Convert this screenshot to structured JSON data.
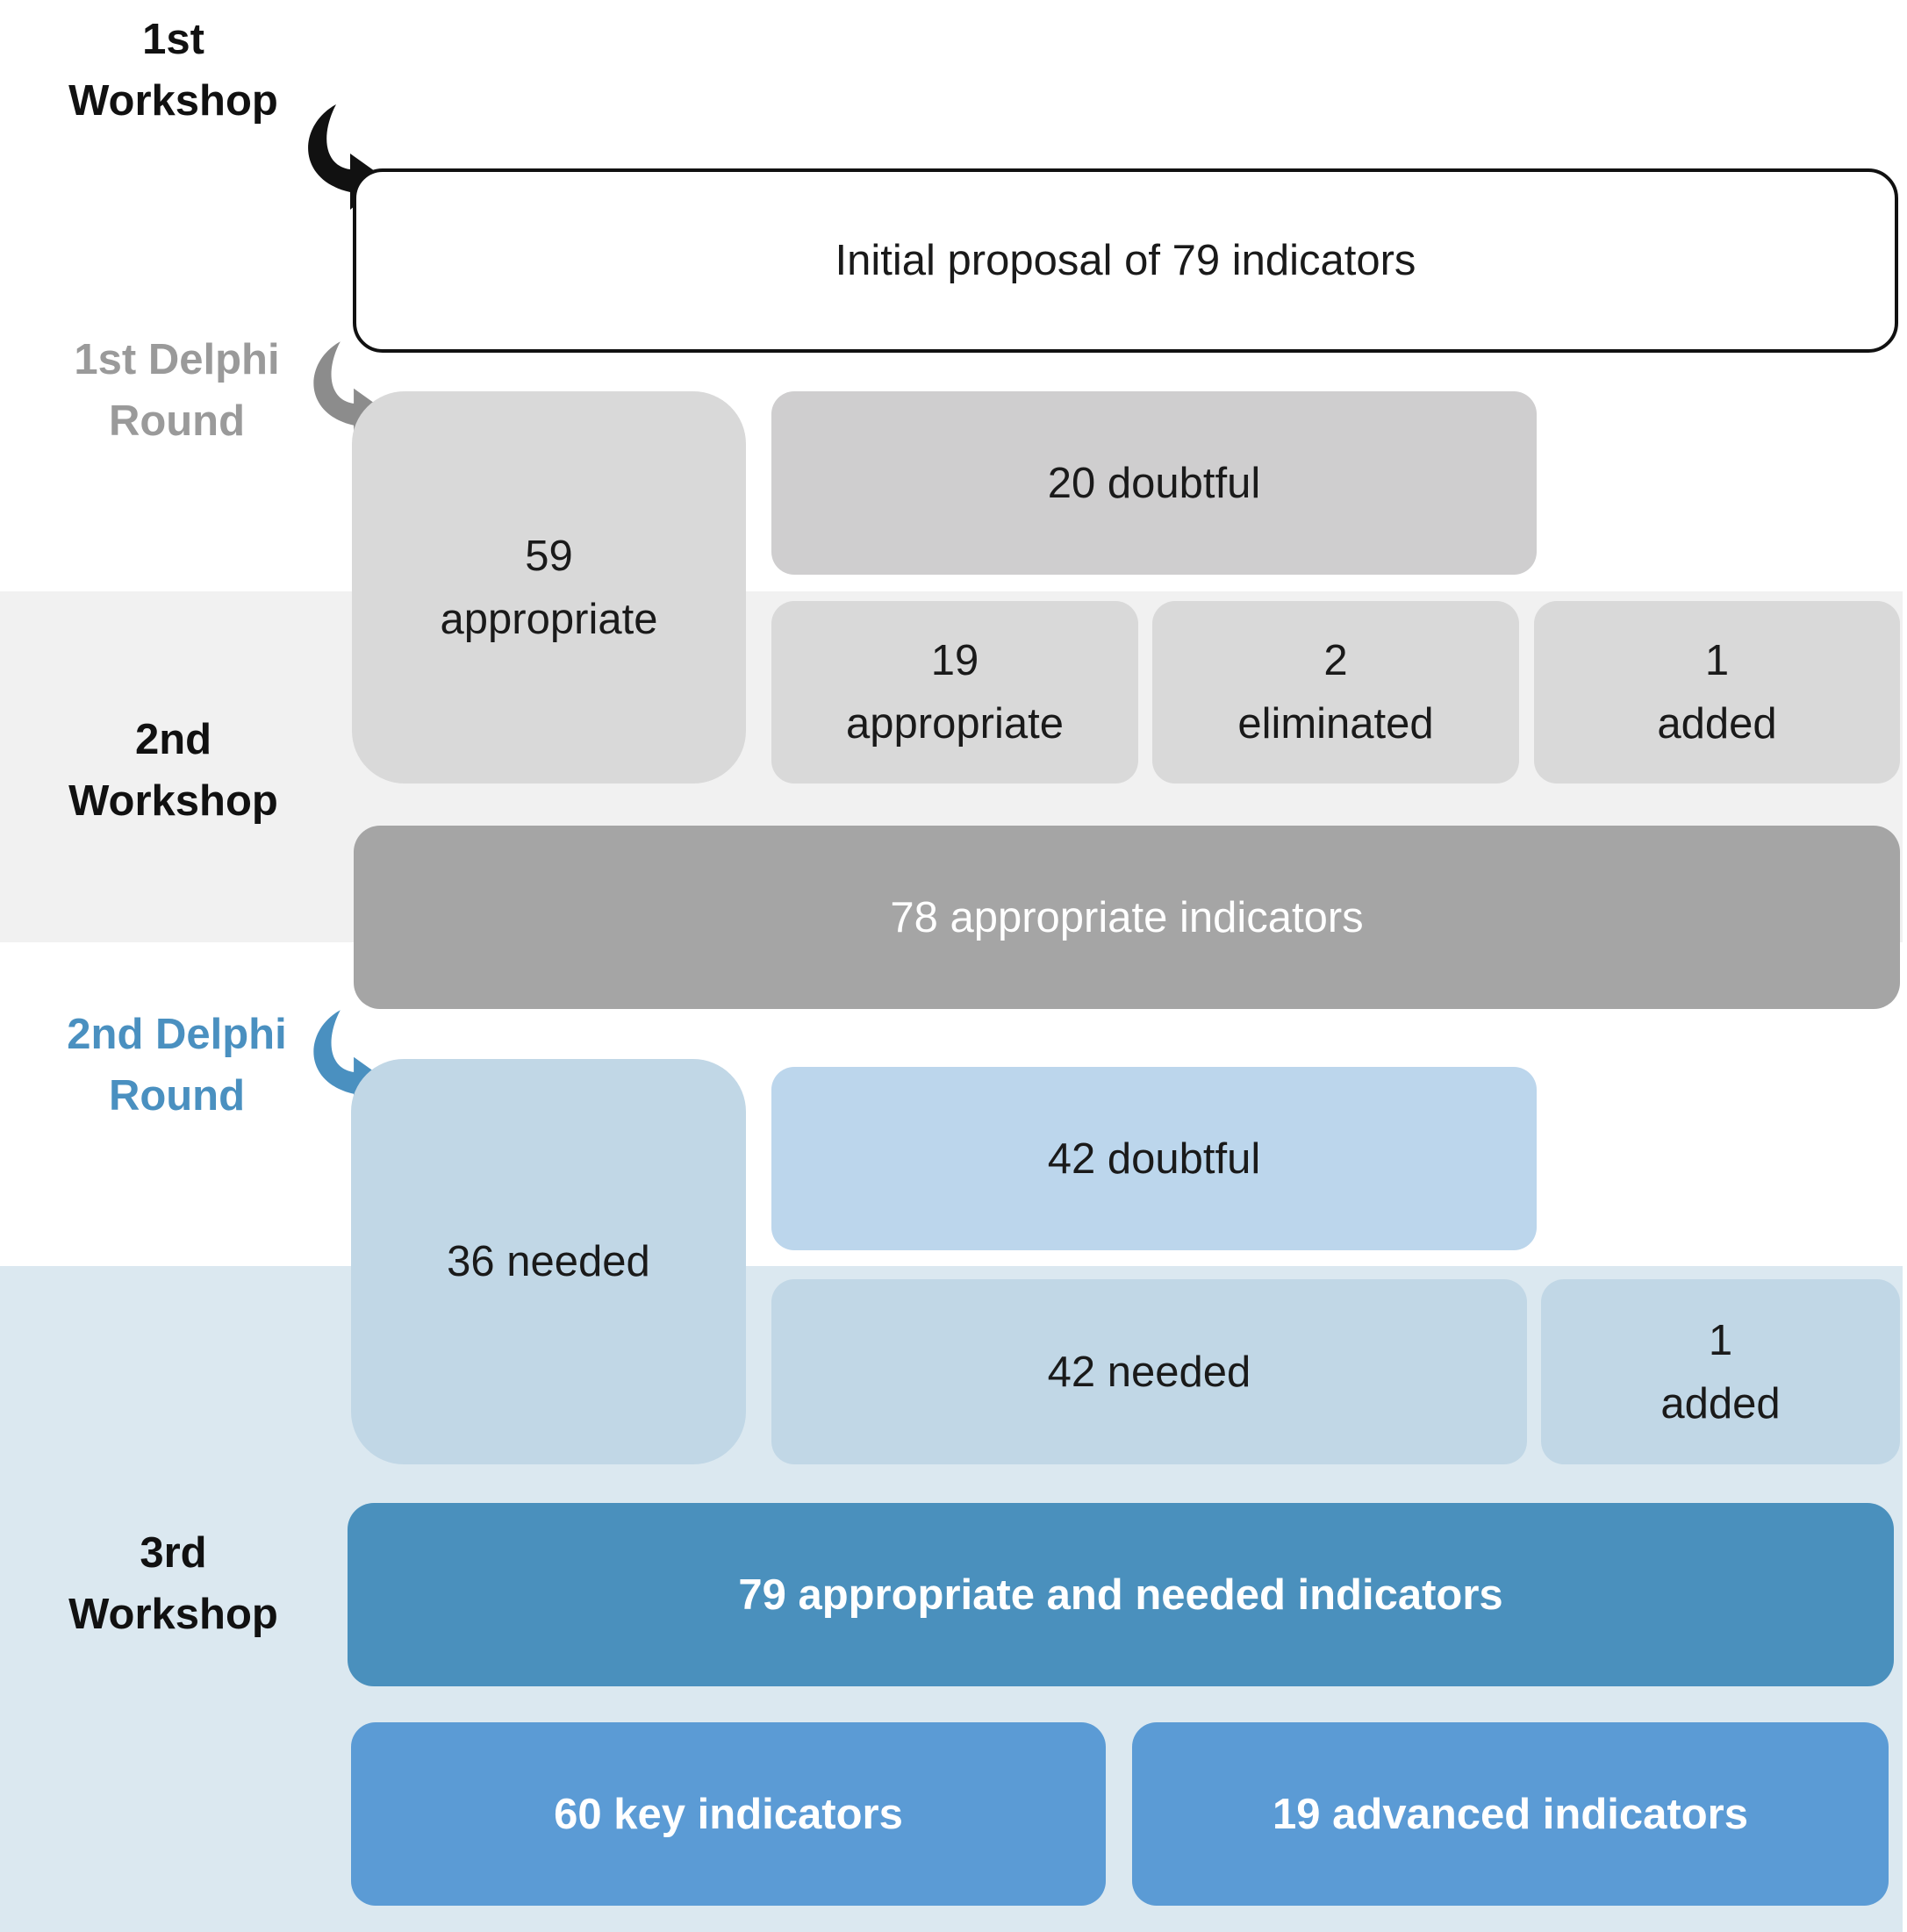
{
  "stages": {
    "w1": {
      "line1": "1st",
      "line2": "Workshop"
    },
    "d1": {
      "line1": "1st Delphi",
      "line2": "Round"
    },
    "w2": {
      "line1": "2nd",
      "line2": "Workshop"
    },
    "d2": {
      "line1": "2nd Delphi",
      "line2": "Round"
    },
    "w3": {
      "line1": "3rd",
      "line2": "Workshop"
    }
  },
  "boxes": {
    "initial": "Initial proposal of 79 indicators",
    "r1_appropriate": {
      "count": "59",
      "label": "appropriate"
    },
    "r1_doubtful": "20 doubtful",
    "w2_appropriate": {
      "count": "19",
      "label": "appropriate"
    },
    "w2_eliminated": {
      "count": "2",
      "label": "eliminated"
    },
    "w2_added": {
      "count": "1",
      "label": "added"
    },
    "w2_total": "78 appropriate indicators",
    "r2_needed": "36 needed",
    "r2_doubtful": "42 doubtful",
    "w3_needed": "42 needed",
    "w3_added": {
      "count": "1",
      "label": "added"
    },
    "w3_total": "79 appropriate and needed indicators",
    "key": "60 key indicators",
    "advanced": "19 advanced indicators"
  },
  "colors": {
    "black": "#111111",
    "gray_label": "#9a9a9a",
    "blue_label": "#4a90c0",
    "gray_dark": "#a5a5a5",
    "blue_dark": "#4a90bd",
    "blue_bright": "#5b9bd5"
  }
}
